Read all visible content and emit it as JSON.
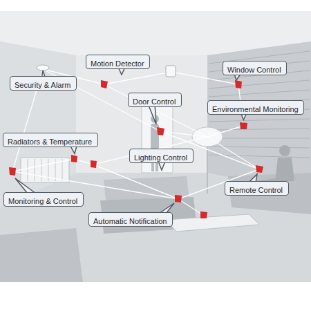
{
  "diagram": {
    "nodes": [
      {
        "text": [
          "Motion Detector"
        ]
      },
      {
        "text": [
          "Security & Alarm"
        ]
      },
      {
        "text": [
          "Window Control"
        ]
      },
      {
        "text": [
          "Door Control"
        ]
      },
      {
        "text": [
          "Environmental Monitoring"
        ]
      },
      {
        "text": [
          "Radiators & Temperature"
        ]
      },
      {
        "text": [
          "Lighting Control"
        ]
      },
      {
        "text": [
          "Remote Control"
        ]
      },
      {
        "text": [
          "Monitoring & Control"
        ]
      },
      {
        "text": [
          "Automatic Notification"
        ]
      }
    ]
  }
}
